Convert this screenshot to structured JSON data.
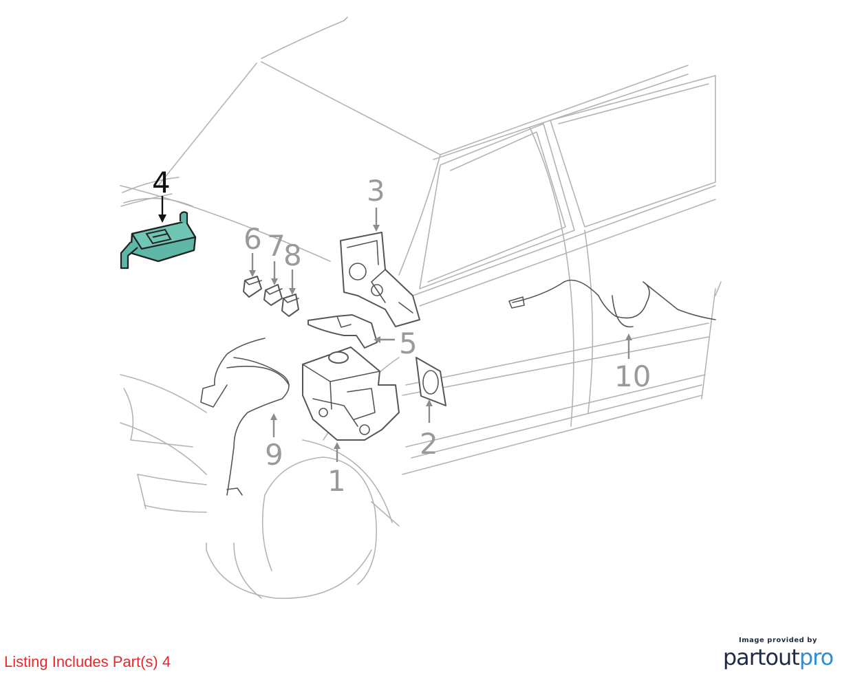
{
  "diagram": {
    "highlight_color": "#5fb8a7",
    "callouts": [
      {
        "id": "1",
        "label": "1"
      },
      {
        "id": "2",
        "label": "2"
      },
      {
        "id": "3",
        "label": "3"
      },
      {
        "id": "4",
        "label": "4",
        "highlighted": true
      },
      {
        "id": "5",
        "label": "5"
      },
      {
        "id": "6",
        "label": "6"
      },
      {
        "id": "7",
        "label": "7"
      },
      {
        "id": "8",
        "label": "8"
      },
      {
        "id": "9",
        "label": "9"
      },
      {
        "id": "10",
        "label": "10"
      }
    ]
  },
  "footer": {
    "listing_text": "Listing Includes Part(s) 4",
    "listing_color": "#e8262b",
    "credit_small": "Image provided by",
    "credit_brand_part1": "partout",
    "credit_brand_part2": "pro"
  }
}
